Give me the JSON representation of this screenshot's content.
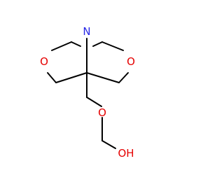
{
  "molecule": {
    "atoms": {
      "n1": {
        "label": "N",
        "color": "#2727e6"
      },
      "o_left": {
        "label": "O",
        "color": "#e50000"
      },
      "o_right": {
        "label": "O",
        "color": "#e50000"
      },
      "o_ether": {
        "label": "O",
        "color": "#e50000"
      },
      "o_hydroxyl": {
        "label": "OH",
        "color": "#e50000"
      }
    },
    "bond_color": "#000000"
  }
}
